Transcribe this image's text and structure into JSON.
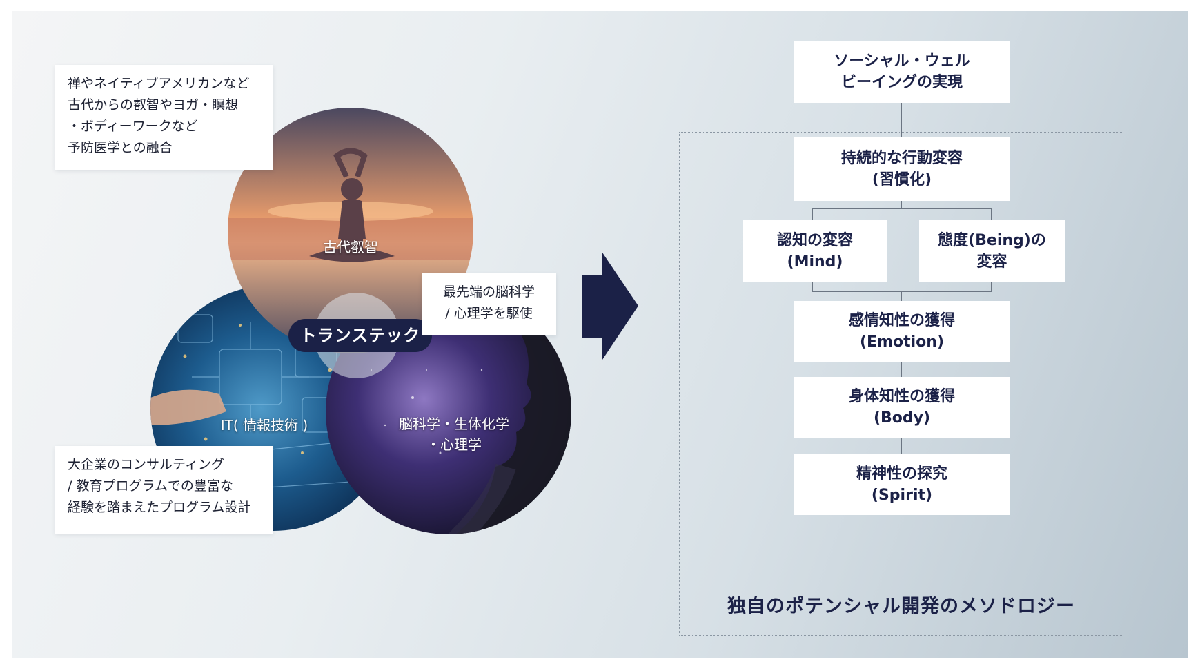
{
  "venn": {
    "center_label": "トランステック",
    "circles": [
      {
        "id": "ancient",
        "label": "古代叡智",
        "icon": "meditation-sunset-photo"
      },
      {
        "id": "it",
        "label": "IT( 情報技術 )",
        "icon": "digital-circuit-hand-photo"
      },
      {
        "id": "brain",
        "label": "脳科学・生体化学\n・心理学",
        "icon": "face-galaxy-silhouette-photo"
      }
    ]
  },
  "notes": {
    "ancient": "禅やネイティブアメリカンなど\n古代からの叡智やヨガ・瞑想\n・ボディーワークなど\n予防医学との融合",
    "brain": "最先端の脳科学\n/ 心理学を駆使",
    "it": "大企業のコンサルティング\n/ 教育プログラムでの豊富な\n経験を踏まえたプログラム設計"
  },
  "arrow": {
    "icon": "right-arrow-icon",
    "color": "#1b2147"
  },
  "methodology": {
    "top": "ソーシャル・ウェル\nビーイングの実現",
    "habit": "持続的な行動変容\n(習慣化)",
    "mind": "認知の変容\n(Mind)",
    "being": "態度(Being)の\n変容",
    "emotion": "感情知性の獲得\n(Emotion)",
    "body": "身体知性の獲得\n(Body)",
    "spirit": "精神性の探究\n(Spirit)",
    "title": "独自のポテンシャル開発のメソドロジー"
  },
  "colors": {
    "navy": "#1b2147",
    "box_bg": "#ffffff"
  }
}
